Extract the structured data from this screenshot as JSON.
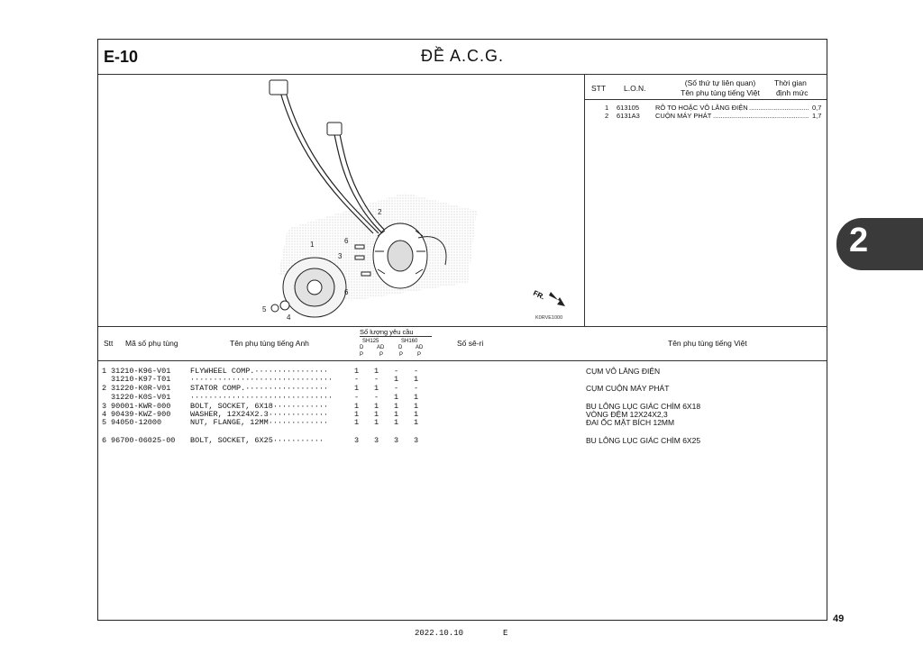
{
  "header": {
    "code": "E-10",
    "title": "ĐỀ A.C.G."
  },
  "ref_table": {
    "headers": {
      "stt": "STT",
      "lon": "L.O.N.",
      "name_top": "(Số thứ tự liên quan)",
      "name_bottom": "Tên phụ tùng tiếng Việt",
      "time_top": "Thời gian",
      "time_bottom": "định mức"
    },
    "rows": [
      {
        "stt": "1",
        "lon": "613105",
        "name": "RÔ TO HOẶC VÔ LĂNG ĐIỆN",
        "time": "0,7"
      },
      {
        "stt": "2",
        "lon": "6131A3",
        "name": "CUỘN MÁY PHÁT",
        "time": "1,7"
      }
    ]
  },
  "diagram": {
    "callouts": [
      "1",
      "2",
      "3",
      "4",
      "5",
      "6",
      "6"
    ],
    "fr_label": "FR.",
    "code": "K0RVE1000"
  },
  "parts_table": {
    "headers": {
      "stt": "Stt",
      "part_no": "Mã số phụ tùng",
      "name_en": "Tên phụ tùng tiếng Anh",
      "qty": "Số lượng yêu cầu",
      "sh125": "SH125",
      "sh160": "SH160",
      "d": "D",
      "ad": "AD",
      "p": "P",
      "serial": "Số sê-ri",
      "name_vn": "Tên phụ tùng tiếng Việt"
    },
    "rows": [
      {
        "stt": "1",
        "part_no": "31210-K96-V01",
        "name_en": "FLYWHEEL COMP.················",
        "q": [
          "1",
          "1",
          "-",
          "-"
        ],
        "name_vn": "CỤM VÔ LĂNG ĐIỆN"
      },
      {
        "stt": "",
        "part_no": "31210-K97-T01",
        "name_en": "·······························",
        "q": [
          "-",
          "-",
          "1",
          "1"
        ],
        "name_vn": ""
      },
      {
        "stt": "2",
        "part_no": "31220-K0R-V01",
        "name_en": "STATOR COMP.··················",
        "q": [
          "1",
          "1",
          "-",
          "-"
        ],
        "name_vn": "CỤM CUỘN MÁY PHÁT"
      },
      {
        "stt": "",
        "part_no": "31220-K0S-V01",
        "name_en": "·······························",
        "q": [
          "-",
          "-",
          "1",
          "1"
        ],
        "name_vn": ""
      },
      {
        "stt": "3",
        "part_no": "90001-KWR-000",
        "name_en": "BOLT, SOCKET, 6X18············",
        "q": [
          "1",
          "1",
          "1",
          "1"
        ],
        "name_vn": "BU LÔNG LỤC GIÁC CHÌM 6X18"
      },
      {
        "stt": "4",
        "part_no": "90439-KWZ-900",
        "name_en": "WASHER, 12X24X2.3·············",
        "q": [
          "1",
          "1",
          "1",
          "1"
        ],
        "name_vn": "VÒNG ĐỆM 12X24X2,3"
      },
      {
        "stt": "5",
        "part_no": "94050-12000",
        "name_en": "NUT, FLANGE, 12MM·············",
        "q": [
          "1",
          "1",
          "1",
          "1"
        ],
        "name_vn": "ĐAI ỐC MẶT BÍCH 12MM"
      },
      {
        "stt": "6",
        "part_no": "96700-06025-00",
        "name_en": "BOLT, SOCKET, 6X25···········",
        "q": [
          "3",
          "3",
          "3",
          "3"
        ],
        "name_vn": "BU LÔNG LỤC GIÁC CHÌM 6X25"
      }
    ]
  },
  "section_tab": "2",
  "page_number": "49",
  "footer": {
    "date": "2022.10.10",
    "letter": "E"
  }
}
